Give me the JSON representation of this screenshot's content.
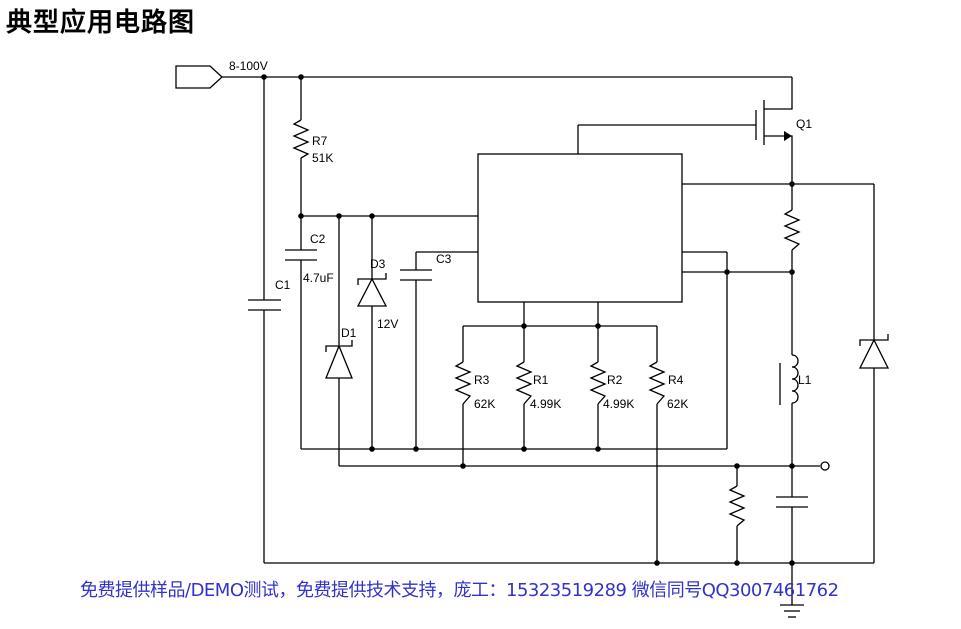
{
  "title": "典型应用电路图",
  "footer": "免费提供样品/DEMO测试，免费提供技术支持，庞工：15323519289 微信同号QQ3007461762",
  "labels": {
    "vin": "8-100V",
    "q1": "Q1",
    "r7": "R7",
    "r7_val": "51K",
    "c2": "C2",
    "c2_val": "4.7uF",
    "d3": "D3",
    "d3_val": "12V",
    "c3": "C3",
    "c1": "C1",
    "d1": "D1",
    "r3": "R3",
    "r3_val": "62K",
    "r1": "R1",
    "r1_val": "4.99K",
    "r2": "R2",
    "r2_val": "4.99K",
    "r4": "R4",
    "r4_val": "62K",
    "l1": "L1"
  }
}
